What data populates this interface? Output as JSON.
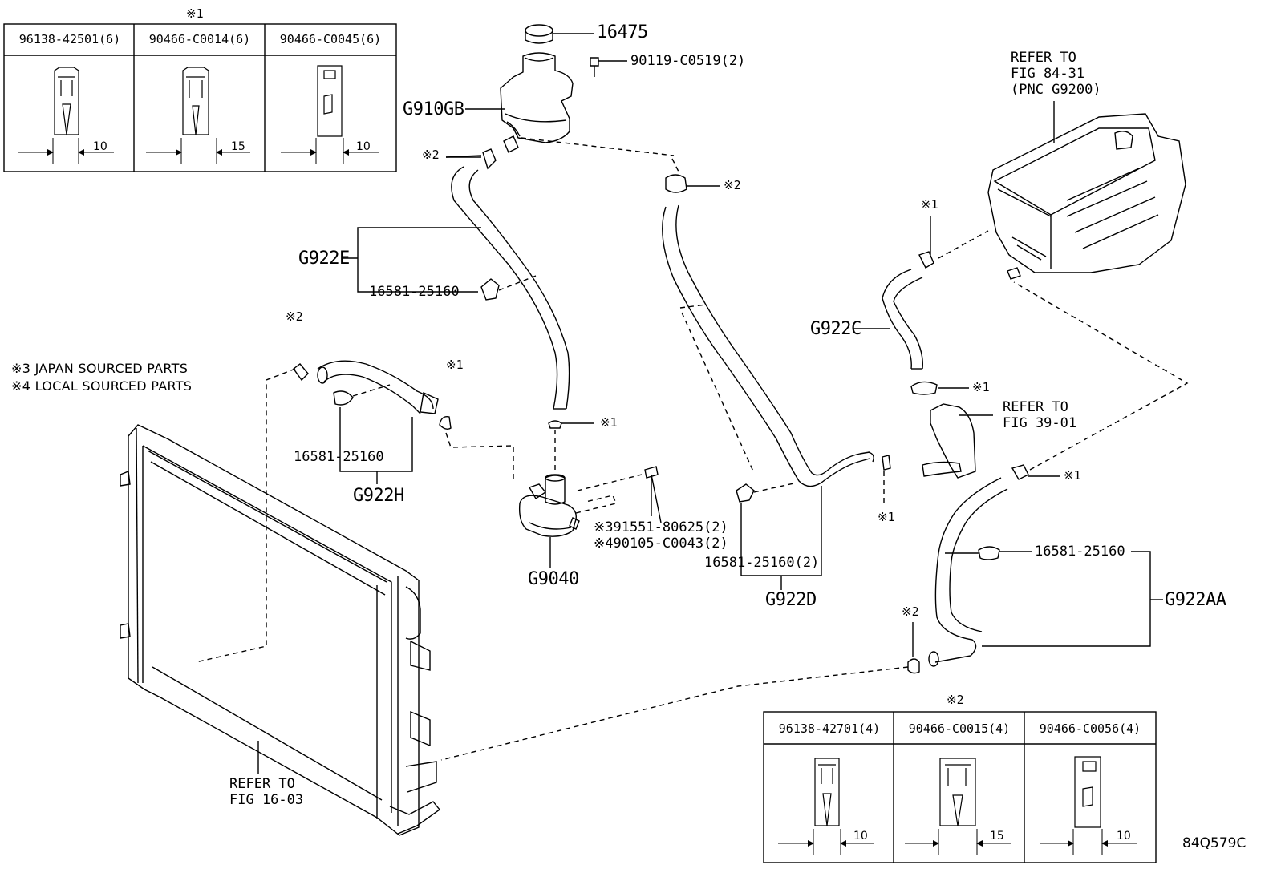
{
  "notes": {
    "japan": "※3 JAPAN SOURCED PARTS",
    "local": "※4 LOCAL SOURCED PARTS"
  },
  "table_top": {
    "marker": "※1",
    "headers": [
      "96138-42501(6)",
      "90466-C0014(6)",
      "90466-C0045(6)"
    ],
    "dims": [
      "10",
      "15",
      "10"
    ]
  },
  "table_bottom": {
    "marker": "※2",
    "headers": [
      "96138-42701(4)",
      "90466-C0015(4)",
      "90466-C0056(4)"
    ],
    "dims": [
      "10",
      "15",
      "10"
    ]
  },
  "parts": {
    "cap": "16475",
    "bolt_tank": "90119-C0519(2)",
    "tank": "G910GB",
    "hose_e": "G922E",
    "clip_e": "16581-25160",
    "clip_h": "16581-25160",
    "hose_h": "G922H",
    "pump": "G9040",
    "bolt_jp": "※391551-80625(2)",
    "bolt_local": "※490105-C0043(2)",
    "clip_d": "16581-25160(2)",
    "hose_d": "G922D",
    "hose_c": "G922C",
    "clip_aa": "16581-25160",
    "hose_aa": "G922AA"
  },
  "markers": {
    "m1": "※1",
    "m2": "※2"
  },
  "refers": {
    "inverter": "REFER TO\nFIG 84-31\n(PNC G9200)",
    "fig39": "REFER TO\nFIG 39-01",
    "radiator": "REFER TO\nFIG 16-03"
  },
  "illustration_code": "84Q579C"
}
